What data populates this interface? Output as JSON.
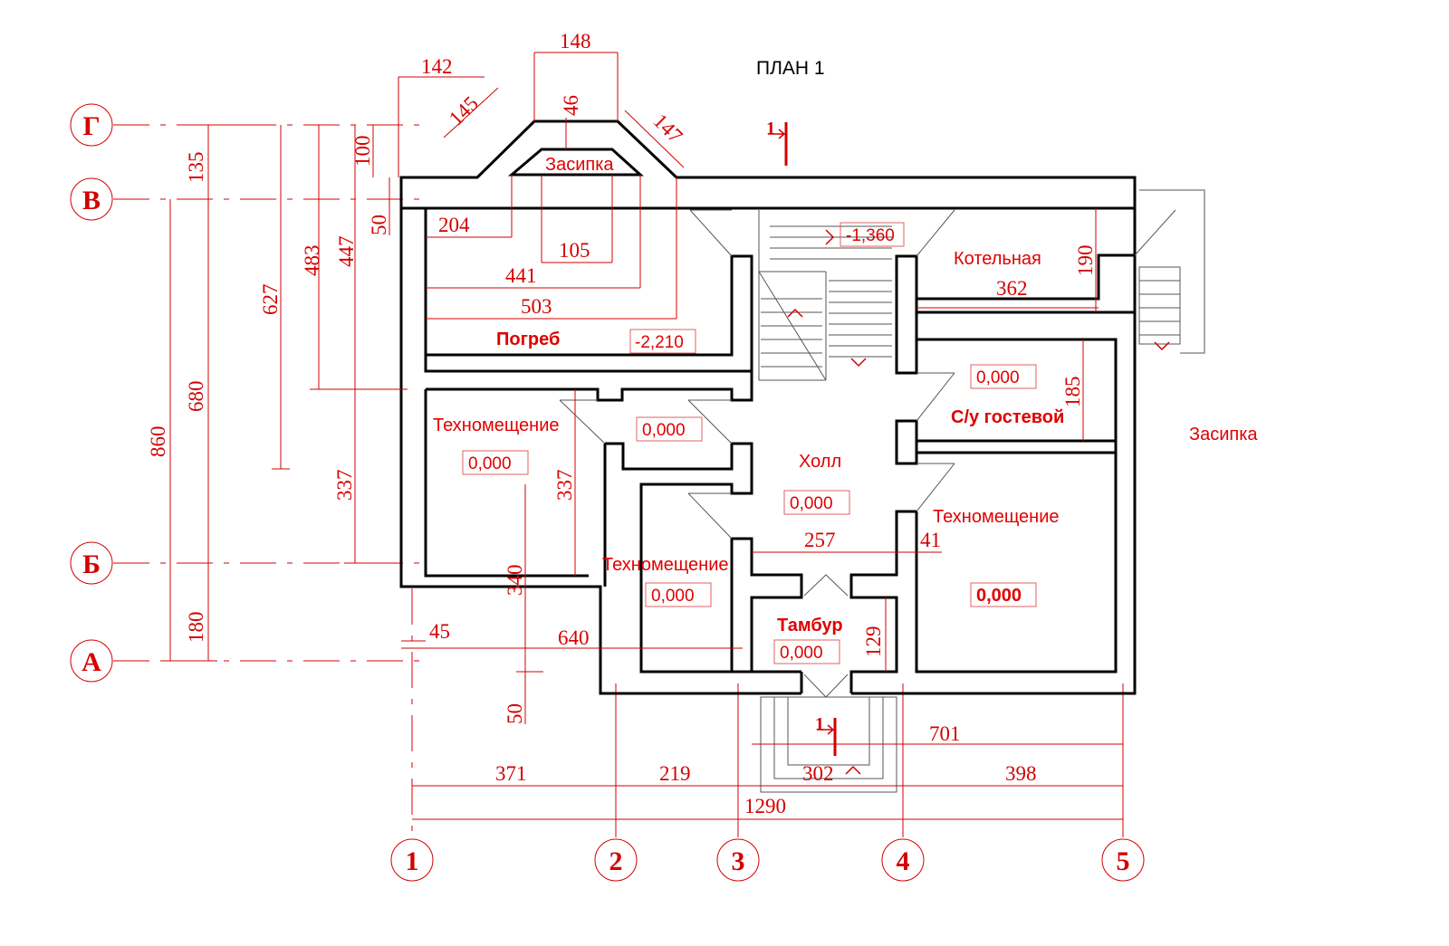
{
  "title": "ПЛАН 1",
  "axes": {
    "letters": [
      "Г",
      "В",
      "Б",
      "А"
    ],
    "numbers": [
      "1",
      "2",
      "3",
      "4",
      "5"
    ]
  },
  "section_marks": [
    "1",
    "1"
  ],
  "rooms": {
    "zasipka_top": "Засипка",
    "zasipka_right": "Засипка",
    "pogreb": "Погреб",
    "kotelnaya": "Котельная",
    "tech_left": "Техномещение",
    "tech_mid": "Техномещение",
    "tech_right": "Техномещение",
    "holl": "Холл",
    "su": "С/у гостевой",
    "tambur": "Тамбур"
  },
  "levels": {
    "stair": "-1,360",
    "pogreb": "-2,210",
    "tech_left": "0,000",
    "corridor": "0,000",
    "holl": "0,000",
    "su": "0,000",
    "tech_mid": "0,000",
    "tambur": "0,000",
    "tech_right": "0,000"
  },
  "dimensions": {
    "d148": "148",
    "d142": "142",
    "d145": "145",
    "d46": "46",
    "d147": "147",
    "d135": "135",
    "d100": "100",
    "d50a": "50",
    "d204": "204",
    "d105": "105",
    "d441": "441",
    "d503": "503",
    "d483": "483",
    "d447": "447",
    "d627": "627",
    "d680": "680",
    "d860": "860",
    "d337a": "337",
    "d337b": "337",
    "d340": "340",
    "d180": "180",
    "d45": "45",
    "d640": "640",
    "d50b": "50",
    "d190": "190",
    "d362": "362",
    "d185": "185",
    "d257": "257",
    "d41": "41",
    "d129": "129",
    "d701": "701",
    "d371": "371",
    "d219": "219",
    "d302": "302",
    "d398": "398",
    "d1290": "1290"
  },
  "colors": {
    "annotation": "#d40000",
    "wall": "#000000"
  }
}
